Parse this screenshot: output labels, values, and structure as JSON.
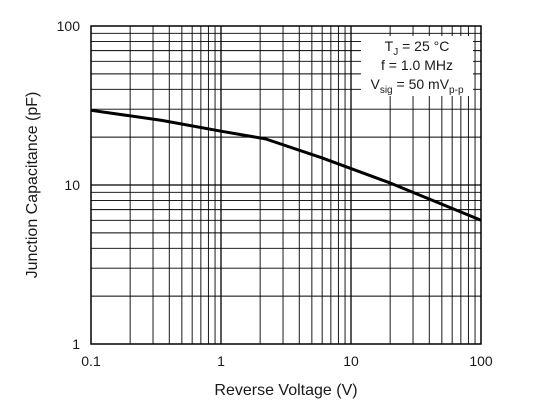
{
  "chart_data": {
    "type": "line",
    "title": "",
    "xlabel": "Reverse Voltage (V)",
    "ylabel": "Junction Capacitance (pF)",
    "x_scale": "log",
    "y_scale": "log",
    "xlim": [
      0.1,
      100
    ],
    "ylim": [
      1,
      100
    ],
    "grid": true,
    "x_ticks": [
      {
        "value": 0.1,
        "label": "0.1"
      },
      {
        "value": 1,
        "label": "1"
      },
      {
        "value": 10,
        "label": "10"
      },
      {
        "value": 100,
        "label": "100"
      }
    ],
    "y_ticks": [
      {
        "value": 1,
        "label": "1"
      },
      {
        "value": 10,
        "label": "10"
      },
      {
        "value": 100,
        "label": "100"
      }
    ],
    "series": [
      {
        "x": [
          0.1,
          0.35,
          1,
          2.2,
          6,
          20,
          100
        ],
        "y": [
          29.5,
          25.5,
          21.8,
          19.5,
          14.8,
          10.3,
          6.0
        ]
      }
    ],
    "annotation": {
      "position": "top-right",
      "lines": [
        {
          "main": "T",
          "sub": "J",
          "rest": " = 25 °C"
        },
        {
          "main": "f = 1.0 MHz",
          "sub": "",
          "rest": ""
        },
        {
          "main": "V",
          "sub": "sig",
          "rest": " = 50 mV",
          "sub2": "p-p"
        }
      ]
    },
    "colors": {
      "line": "#000000",
      "grid": "#000000",
      "text": "#1a1a1a"
    }
  }
}
